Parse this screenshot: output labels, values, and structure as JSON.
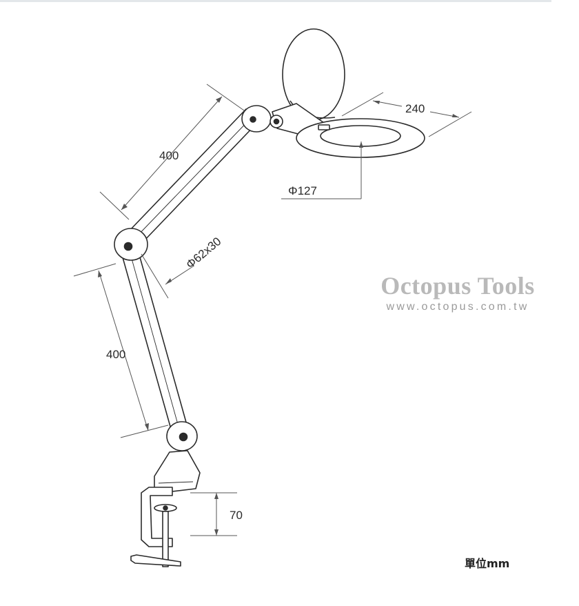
{
  "dimensions": {
    "upper_arm_length": "400",
    "lower_arm_length": "400",
    "arm_profile": "Φ62x30",
    "head_width": "240",
    "lens_diameter": "Φ127",
    "clamp_opening": "70"
  },
  "watermark": {
    "name": "Octopus Tools",
    "url": "www.octopus.com.tw"
  },
  "unit_label": "單位mm",
  "colors": {
    "line": "#2b2b2b",
    "dimension_line": "#555555",
    "watermark": "#b9b9b9"
  }
}
